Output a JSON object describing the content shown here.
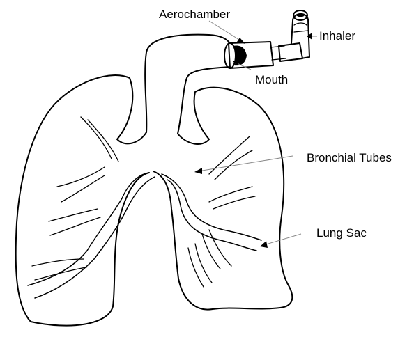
{
  "labels": {
    "aerochamber": "Aerochamber",
    "inhaler": "Inhaler",
    "mouth": "Mouth",
    "bronchial_tubes": "Bronchial Tubes",
    "lung_sac": "Lung Sac"
  }
}
